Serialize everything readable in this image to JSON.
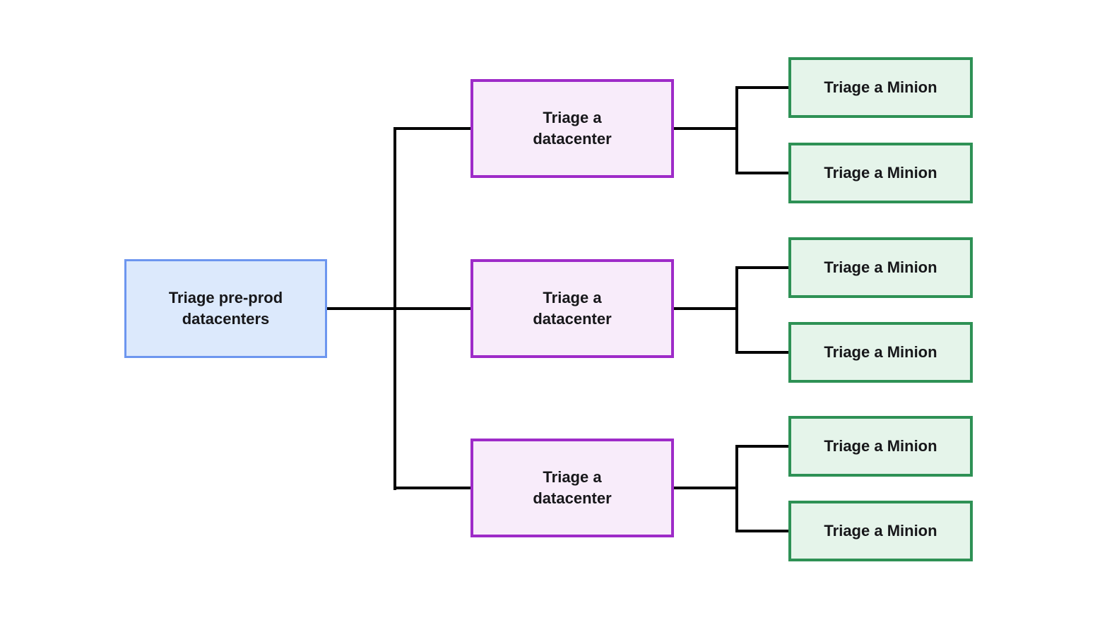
{
  "diagram": {
    "type": "tree",
    "orientation": "left-to-right",
    "root": {
      "label": "Triage pre-prod datacenters"
    },
    "datacenters": [
      {
        "label": "Triage a datacenter",
        "minions": [
          "Triage a Minion",
          "Triage a Minion"
        ]
      },
      {
        "label": "Triage a datacenter",
        "minions": [
          "Triage a Minion",
          "Triage a Minion"
        ]
      },
      {
        "label": "Triage a datacenter",
        "minions": [
          "Triage a Minion",
          "Triage a Minion"
        ]
      }
    ],
    "colors": {
      "background": "#ffffff",
      "connector": "#000000",
      "text": "#17171a",
      "root_fill": "#dce9fc",
      "root_border": "#6d96ef",
      "dc_fill": "#f8ecfa",
      "dc_border": "#9e2bc8",
      "minion_fill": "#e5f4ea",
      "minion_border": "#2e9155"
    }
  }
}
